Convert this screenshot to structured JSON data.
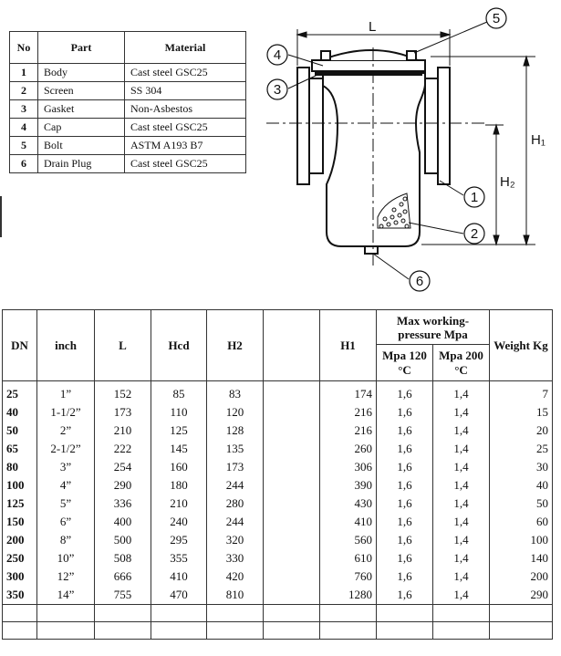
{
  "parts_table": {
    "headers": [
      "No",
      "Part",
      "Material"
    ],
    "rows": [
      {
        "no": "1",
        "part": "Body",
        "material": "Cast steel GSC25"
      },
      {
        "no": "2",
        "part": "Screen",
        "material": "SS 304"
      },
      {
        "no": "3",
        "part": "Gasket",
        "material": "Non-Asbestos"
      },
      {
        "no": "4",
        "part": "Cap",
        "material": "Cast steel GSC25"
      },
      {
        "no": "5",
        "part": "Bolt",
        "material": "ASTM A193 B7"
      },
      {
        "no": "6",
        "part": "Drain Plug",
        "material": "Cast steel GSC25"
      }
    ]
  },
  "drawing": {
    "labels": {
      "L": "L",
      "H1": "H₁",
      "H2": "H₂"
    },
    "callouts": [
      "1",
      "2",
      "3",
      "4",
      "5",
      "6"
    ]
  },
  "dims_table": {
    "headers": {
      "dn": "DN",
      "inch": "inch",
      "L": "L",
      "hcd": "Hcd",
      "h2": "H2",
      "h1": "H1",
      "pressure_group": "Max working-pressure Mpa",
      "p120": "Mpa 120 °C",
      "p200": "Mpa 200 °C",
      "weight": "Weight Kg"
    },
    "rows": [
      {
        "dn": "25",
        "inch": "1”",
        "L": "152",
        "hcd": "85",
        "h2": "83",
        "h1": "174",
        "p120": "1,6",
        "p200": "1,4",
        "weight": "7"
      },
      {
        "dn": "40",
        "inch": "1-1/2”",
        "L": "173",
        "hcd": "110",
        "h2": "120",
        "h1": "216",
        "p120": "1,6",
        "p200": "1,4",
        "weight": "15"
      },
      {
        "dn": "50",
        "inch": "2”",
        "L": "210",
        "hcd": "125",
        "h2": "128",
        "h1": "216",
        "p120": "1,6",
        "p200": "1,4",
        "weight": "20"
      },
      {
        "dn": "65",
        "inch": "2-1/2”",
        "L": "222",
        "hcd": "145",
        "h2": "135",
        "h1": "260",
        "p120": "1,6",
        "p200": "1,4",
        "weight": "25"
      },
      {
        "dn": "80",
        "inch": "3”",
        "L": "254",
        "hcd": "160",
        "h2": "173",
        "h1": "306",
        "p120": "1,6",
        "p200": "1,4",
        "weight": "30"
      },
      {
        "dn": "100",
        "inch": "4”",
        "L": "290",
        "hcd": "180",
        "h2": "244",
        "h1": "390",
        "p120": "1,6",
        "p200": "1,4",
        "weight": "40"
      },
      {
        "dn": "125",
        "inch": "5”",
        "L": "336",
        "hcd": "210",
        "h2": "280",
        "h1": "430",
        "p120": "1,6",
        "p200": "1,4",
        "weight": "50"
      },
      {
        "dn": "150",
        "inch": "6”",
        "L": "400",
        "hcd": "240",
        "h2": "244",
        "h1": "410",
        "p120": "1,6",
        "p200": "1,4",
        "weight": "60"
      },
      {
        "dn": "200",
        "inch": "8”",
        "L": "500",
        "hcd": "295",
        "h2": "320",
        "h1": "560",
        "p120": "1,6",
        "p200": "1,4",
        "weight": "100"
      },
      {
        "dn": "250",
        "inch": "10”",
        "L": "508",
        "hcd": "355",
        "h2": "330",
        "h1": "610",
        "p120": "1,6",
        "p200": "1,4",
        "weight": "140"
      },
      {
        "dn": "300",
        "inch": "12”",
        "L": "666",
        "hcd": "410",
        "h2": "420",
        "h1": "760",
        "p120": "1,6",
        "p200": "1,4",
        "weight": "200"
      },
      {
        "dn": "350",
        "inch": "14”",
        "L": "755",
        "hcd": "470",
        "h2": "810",
        "h1": "1280",
        "p120": "1,6",
        "p200": "1,4",
        "weight": "290"
      }
    ]
  }
}
